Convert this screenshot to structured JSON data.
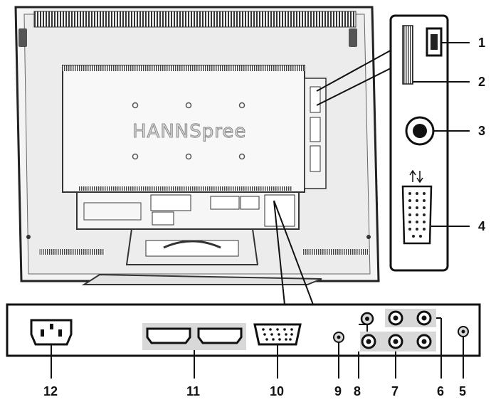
{
  "diagram": {
    "brand_logo": "HANNSpree",
    "callouts": {
      "n1": "1",
      "n2": "2",
      "n3": "3",
      "n4": "4",
      "n5": "5",
      "n6": "6",
      "n7": "7",
      "n8": "8",
      "n9": "9",
      "n10": "10",
      "n11": "11",
      "n12": "12"
    }
  }
}
